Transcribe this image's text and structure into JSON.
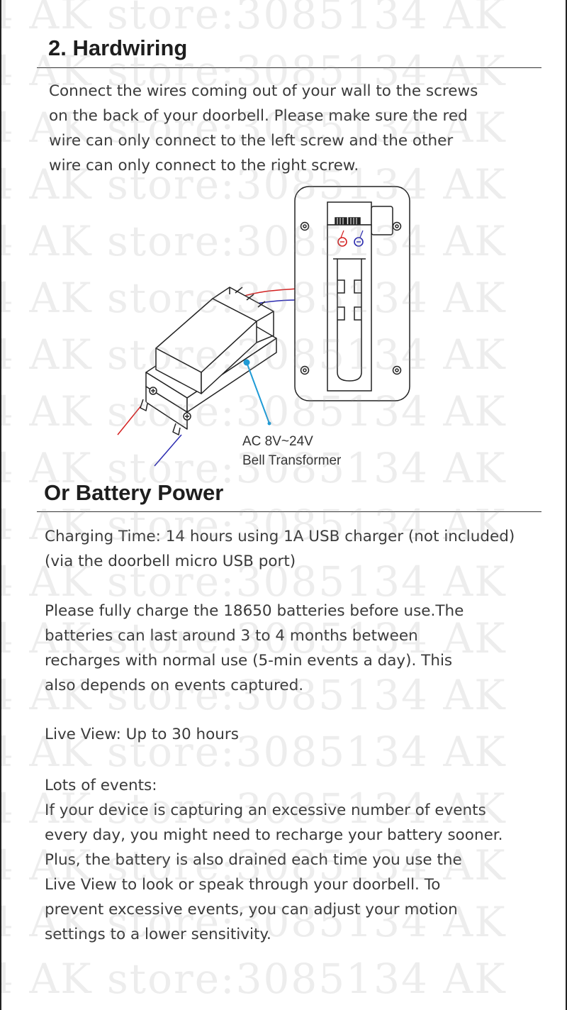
{
  "hardwiring": {
    "title": "2. Hardwiring",
    "body": "Connect the wires coming out of your wall to the screws\non the back of your doorbell. Please make sure the red\nwire can only connect to the left screw and the other\nwire can only connect to the right screw."
  },
  "diagram": {
    "transformer_label": {
      "line1": "AC 8V~24V",
      "line2": "Bell Transformer"
    },
    "colors": {
      "red_wire": "#d42020",
      "blue_wire": "#2a2ab0",
      "callout": "#1f9bd6"
    }
  },
  "battery": {
    "title": "Or Battery Power",
    "charging": "Charging Time: 14 hours using 1A USB charger (not included)\n(via the doorbell micro USB port)",
    "full_charge": "Please fully charge the 18650 batteries before use.The\nbatteries can last around 3 to 4 months between\nrecharges with normal use (5-min events a day). This\nalso depends on events captured.",
    "live_view": "Live View: Up to 30 hours",
    "events": "Lots of events:\nIf your device is capturing an excessive number of events\nevery day, you might need to recharge your battery sooner.\nPlus, the battery is also drained each time you use the\nLive View to look or speak through your doorbell. To\nprevent excessive events, you can adjust your motion\nsettings to a lower sensitivity."
  },
  "watermark": {
    "text": "4 AK store:3085134 AK"
  }
}
